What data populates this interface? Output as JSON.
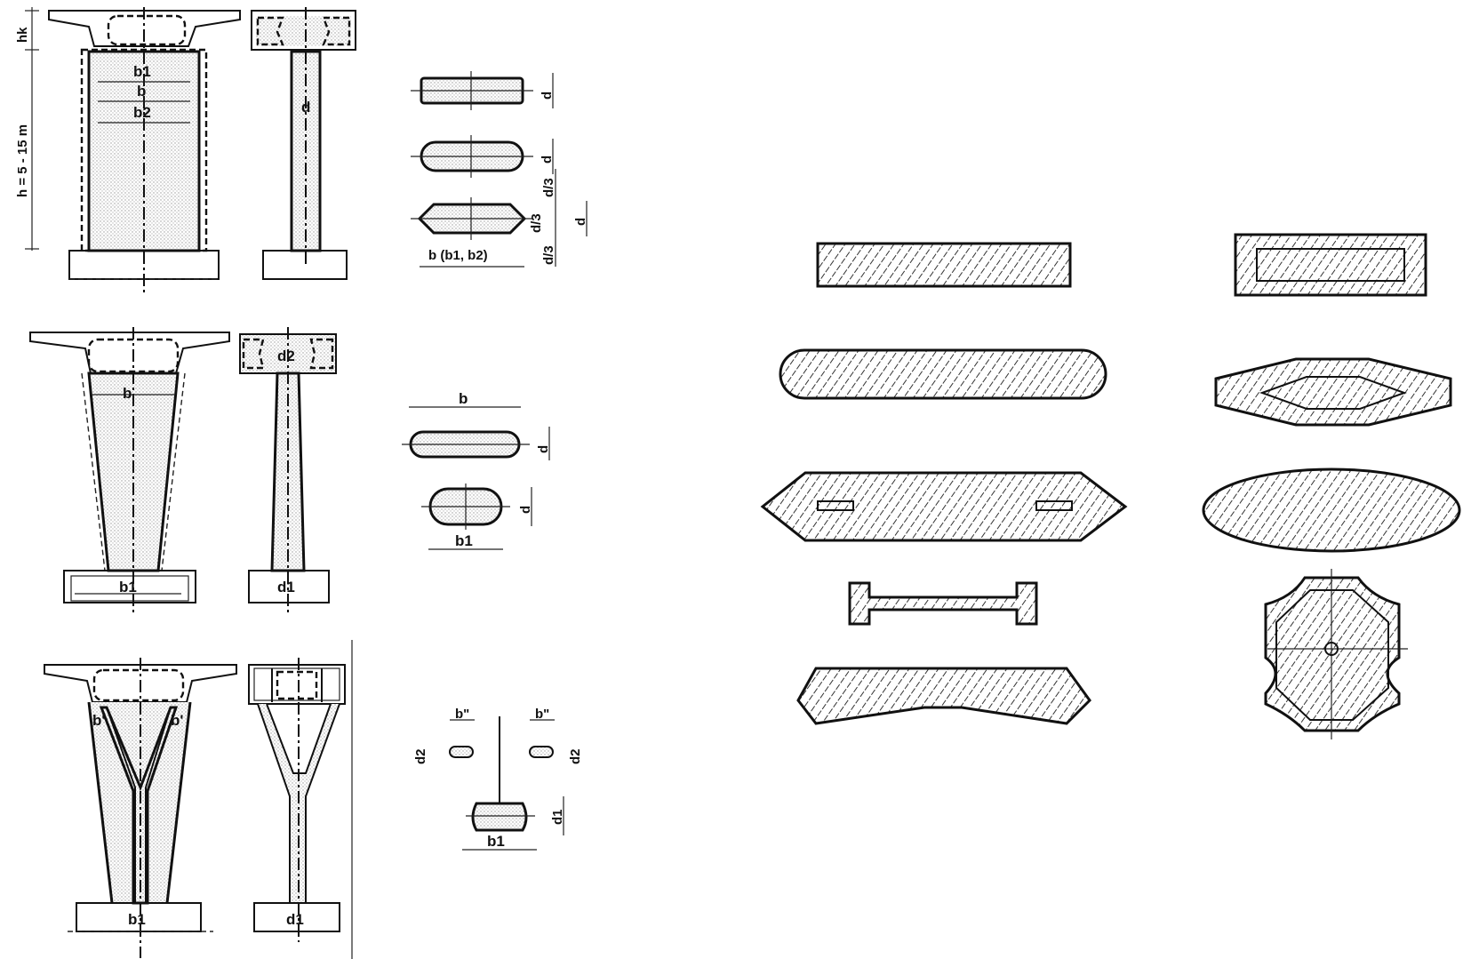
{
  "labels": {
    "hk": "hk",
    "h_range": "h = 5 - 15 m",
    "b1": "b1",
    "b": "b",
    "b2": "b2",
    "d": "d",
    "d2": "d2",
    "d1": "d1",
    "d3": "d/3",
    "b_b1_b2": "b (b1, b2)",
    "b_prime": "b'",
    "b_pp": "b\""
  },
  "colors": {
    "line": "#111111",
    "background": "#ffffff",
    "hatch": "#333333"
  }
}
